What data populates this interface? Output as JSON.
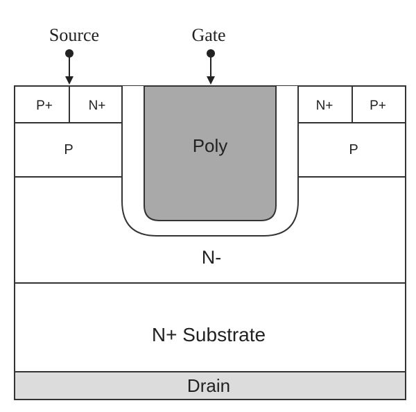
{
  "terminals": {
    "source": "Source",
    "gate": "Gate",
    "drain": "Drain"
  },
  "regions": {
    "p_plus_left": "P+",
    "n_plus_left": "N+",
    "n_plus_right": "N+",
    "p_plus_right": "P+",
    "p_left": "P",
    "p_right": "P",
    "poly": "Poly",
    "n_minus": "N-",
    "n_plus_substrate": "N+ Substrate"
  },
  "colors": {
    "poly_fill": "#a9a9a9",
    "drain_fill": "#dcdcdc",
    "outline": "#333333",
    "background": "#ffffff"
  }
}
